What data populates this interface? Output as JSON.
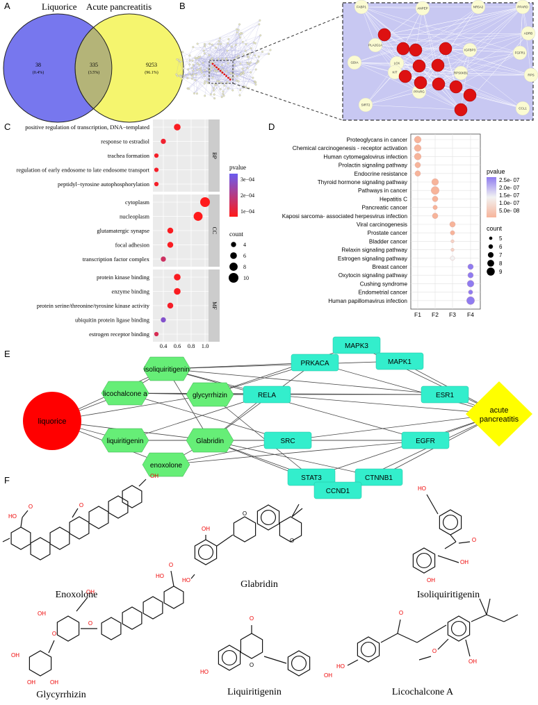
{
  "panels": {
    "a": "A",
    "b": "B",
    "c": "C",
    "d": "D",
    "e": "E",
    "f": "F"
  },
  "venn": {
    "left_label": "Liquorice",
    "right_label": "Acute pancreatitis",
    "left_count": "38",
    "left_pct": "(0.4%)",
    "mid_count": "335",
    "mid_pct": "(3.5%)",
    "right_count": "9253",
    "right_pct": "(96.1%)",
    "left_color": "#7777ee",
    "right_color": "#f5f56e",
    "mid_color": "#b4b478"
  },
  "ppi_zoom_labels": [
    "FABP1",
    "ANPEP",
    "NR5A2",
    "PPARD",
    "ADRB",
    "PLA2G1A",
    "IGFBP3",
    "FGFR1",
    "GDIA",
    "LCK",
    "KIT",
    "RPS6KB1",
    "RPS",
    "PPARG",
    "SIRT2",
    "CCL1"
  ],
  "chart_c": {
    "type": "scatter",
    "categories_bp": [
      "positive regulation of transcription, DNA−templated",
      "response to estradiol",
      "trachea formation",
      "regulation of early endosome to late endosome transport",
      "peptidyl−tyrosine autophosphorylation"
    ],
    "categories_cc": [
      "cytoplasm",
      "nucleoplasm",
      "glutamatergic synapse",
      "focal adhesion",
      "transcription factor complex"
    ],
    "categories_mf": [
      "protein kinase binding",
      "enzyme binding",
      "protein serine/threonine/tyrosine kinase activity",
      "ubiquitin protein ligase binding",
      "estrogen receptor binding"
    ],
    "facets": [
      "BP",
      "CC",
      "MF"
    ],
    "gene_ratio_bp": [
      0.6,
      0.4,
      0.3,
      0.3,
      0.3
    ],
    "gene_ratio_cc": [
      1.0,
      0.9,
      0.5,
      0.5,
      0.4
    ],
    "gene_ratio_mf": [
      0.6,
      0.6,
      0.5,
      0.4,
      0.3
    ],
    "count_bp": [
      6,
      4,
      3,
      3,
      3
    ],
    "count_cc": [
      10,
      9,
      5,
      5,
      4
    ],
    "count_mf": [
      6,
      6,
      5,
      4,
      3
    ],
    "pvalue_bp": [
      1e-05,
      3e-05,
      2e-05,
      2e-05,
      2e-05
    ],
    "pvalue_cc": [
      1e-06,
      1e-06,
      1e-05,
      1e-05,
      0.0001
    ],
    "pvalue_mf": [
      1e-05,
      1e-05,
      2e-05,
      0.00025,
      8e-05
    ],
    "xticks": [
      "0.4",
      "0.6",
      "0.8",
      "1.0"
    ],
    "xlim": [
      0.25,
      1.05
    ],
    "legend_pvalue_title": "pvalue",
    "legend_pvalue_ticks": [
      "3e−04",
      "2e−04",
      "1e−04"
    ],
    "legend_count_title": "count",
    "legend_count_ticks": [
      "4",
      "6",
      "8",
      "10"
    ]
  },
  "chart_d": {
    "type": "scatter",
    "categories": [
      "Proteoglycans in cancer",
      "Chemical carcinogenesis -  receptor activation",
      "Human cytomegalovirus infection",
      "Prolactin signaling pathway",
      "Endocrine resistance",
      "Thyroid hormone signaling pathway",
      "Pathways in cancer",
      "Hepatitis C",
      "Pancreatic cancer",
      "Kaposi sarcoma- associated herpesvirus infection",
      "Viral carcinogenesis",
      "Prostate cancer",
      "Bladder cancer",
      "Relaxin signaling pathway",
      "Estrogen signaling pathway",
      "Breast cancer",
      "Oxytocin signaling pathway",
      "Cushing syndrome",
      "Endometrial cancer",
      "Human papillomavirus infection"
    ],
    "x": [
      "F1",
      "F1",
      "F1",
      "F1",
      "F1",
      "F2",
      "F2",
      "F2",
      "F2",
      "F2",
      "F3",
      "F3",
      "F3",
      "F3",
      "F3",
      "F4",
      "F4",
      "F4",
      "F4",
      "F4"
    ],
    "count": [
      8,
      8,
      8,
      7,
      7,
      8,
      9,
      7,
      6,
      7,
      7,
      6,
      5,
      5,
      6,
      7,
      7,
      8,
      6,
      9
    ],
    "pvalue": [
      5e-08,
      5e-08,
      5e-08,
      5e-08,
      5e-08,
      5e-08,
      5e-08,
      5e-08,
      5e-08,
      5e-08,
      5e-08,
      5e-08,
      1e-07,
      1e-07,
      1.5e-07,
      2.5e-07,
      2.5e-07,
      2.5e-07,
      2.5e-07,
      2.5e-07
    ],
    "xticks": [
      "F1",
      "F2",
      "F3",
      "F4"
    ],
    "legend_pvalue_title": "pvalue",
    "legend_pvalue_ticks": [
      "2.5e- 07",
      "2.0e- 07",
      "1.5e- 07",
      "1.0e- 07",
      "5.0e- 08"
    ],
    "legend_count_title": "count",
    "legend_count_ticks": [
      "5",
      "6",
      "7",
      "8",
      "9"
    ]
  },
  "network": {
    "source": "liquorice",
    "target": "acute pancreatitis",
    "target_line1": "acute",
    "target_line2": "pancreatitis",
    "compounds": [
      "isoliquiritigenin",
      "licochalcone a",
      "glycyrrhizin",
      "liquiritigenin",
      "Glabridin",
      "enoxolone"
    ],
    "targets": [
      "MAPK3",
      "PRKACA",
      "MAPK1",
      "RELA",
      "ESR1",
      "SRC",
      "EGFR",
      "STAT3",
      "CTNNB1",
      "CCND1"
    ],
    "colors": {
      "source": "#ff0000",
      "target": "#ffff00",
      "compound": "#66ee77",
      "gene": "#33eecc"
    }
  },
  "structures": [
    "Enoxolone",
    "Glabridin",
    "Isoliquiritigenin",
    "Glycyrrhizin",
    "Liquiritigenin",
    "Licochalcone A"
  ],
  "atoms": {
    "oh": "OH",
    "ho": "HO",
    "o": "O"
  }
}
